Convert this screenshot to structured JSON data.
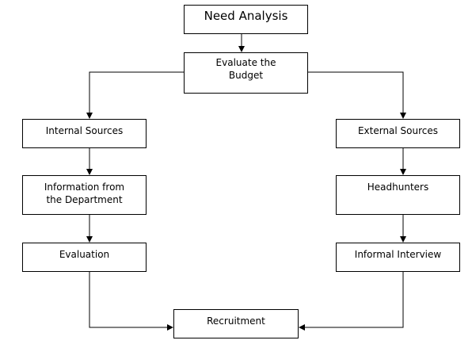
{
  "diagram": {
    "nodes": {
      "need_analysis": "Need Analysis",
      "evaluate_budget": "Evaluate the\nBudget",
      "internal_sources": "Internal Sources",
      "information_department": "Information from\nthe Department",
      "evaluation": "Evaluation",
      "external_sources": "External Sources",
      "headhunters": "Headhunters",
      "informal_interview": "Informal Interview",
      "recruitment": "Recruitment"
    },
    "edges": [
      {
        "from": "need_analysis",
        "to": "evaluate_budget"
      },
      {
        "from": "evaluate_budget",
        "to": "internal_sources"
      },
      {
        "from": "evaluate_budget",
        "to": "external_sources"
      },
      {
        "from": "internal_sources",
        "to": "information_department"
      },
      {
        "from": "information_department",
        "to": "evaluation"
      },
      {
        "from": "evaluation",
        "to": "recruitment"
      },
      {
        "from": "external_sources",
        "to": "headhunters"
      },
      {
        "from": "headhunters",
        "to": "informal_interview"
      },
      {
        "from": "informal_interview",
        "to": "recruitment"
      }
    ]
  }
}
